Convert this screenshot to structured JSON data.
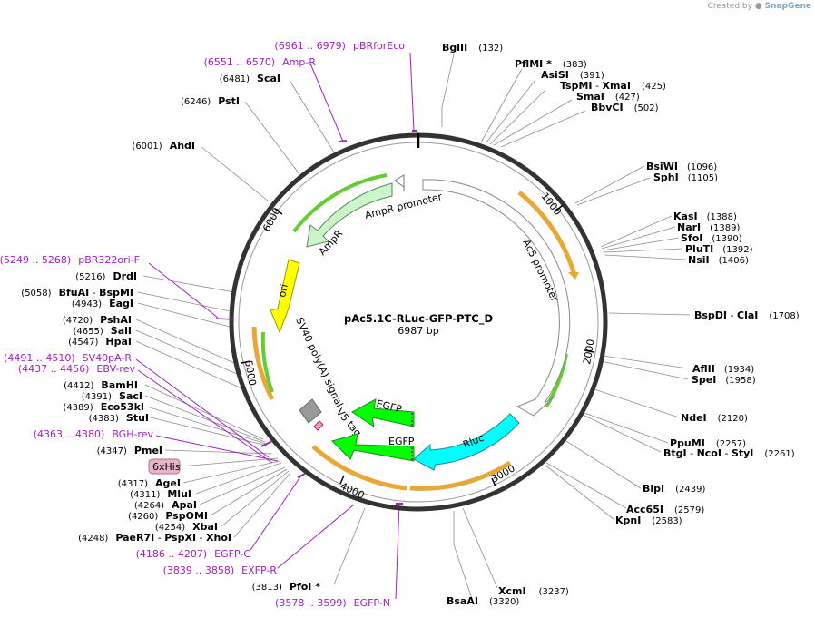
{
  "credit": {
    "prefix": "Created by",
    "brand": "SnapGene"
  },
  "plasmid": {
    "name": "pAc5.1C-RLuc-GFP-PTC_D",
    "size": "6987 bp",
    "length": 6987
  },
  "ticks": [
    "1000",
    "2000",
    "3000",
    "4000",
    "5000",
    "6000"
  ],
  "features": [
    {
      "name": "AmpR promoter",
      "color": "#ffffff"
    },
    {
      "name": "AmpR",
      "color": "#ccf5cc"
    },
    {
      "name": "Ac5 promoter",
      "color": "#ffffff"
    },
    {
      "name": "ori",
      "color": "#ffff00"
    },
    {
      "name": "SV40 poly(A) signal",
      "color": "#999999"
    },
    {
      "name": "V5 tag",
      "color": "#ff99cc"
    },
    {
      "name": "EGFP",
      "color": "#00ff00"
    },
    {
      "name": "EGFP",
      "color": "#00ff00"
    },
    {
      "name": "Rluc",
      "color": "#00ffff"
    },
    {
      "name": "6xHis",
      "color": "#e8b4c8"
    }
  ],
  "right_sites": [
    {
      "enzymes": [
        "BglII"
      ],
      "pos": "(132)"
    },
    {
      "enzymes": [
        "PflMI *"
      ],
      "pos": "(383)"
    },
    {
      "enzymes": [
        "AsiSI"
      ],
      "pos": "(391)"
    },
    {
      "enzymes": [
        "TspMI",
        "XmaI"
      ],
      "pos": "(425)"
    },
    {
      "enzymes": [
        "SmaI"
      ],
      "pos": "(427)"
    },
    {
      "enzymes": [
        "BbvCI"
      ],
      "pos": "(502)"
    },
    {
      "enzymes": [
        "BsiWI"
      ],
      "pos": "(1096)"
    },
    {
      "enzymes": [
        "SphI"
      ],
      "pos": "(1105)"
    },
    {
      "enzymes": [
        "KasI"
      ],
      "pos": "(1388)"
    },
    {
      "enzymes": [
        "NarI"
      ],
      "pos": "(1389)"
    },
    {
      "enzymes": [
        "SfoI"
      ],
      "pos": "(1390)"
    },
    {
      "enzymes": [
        "PluTI"
      ],
      "pos": "(1392)"
    },
    {
      "enzymes": [
        "NsiI"
      ],
      "pos": "(1406)"
    },
    {
      "enzymes": [
        "BspDI",
        "ClaI"
      ],
      "pos": "(1708)"
    },
    {
      "enzymes": [
        "AflII"
      ],
      "pos": "(1934)"
    },
    {
      "enzymes": [
        "SpeI"
      ],
      "pos": "(1958)"
    },
    {
      "enzymes": [
        "NdeI"
      ],
      "pos": "(2120)"
    },
    {
      "enzymes": [
        "PpuMI"
      ],
      "pos": "(2257)"
    },
    {
      "enzymes": [
        "BtgI",
        "NcoI",
        "StyI"
      ],
      "pos": "(2261)"
    },
    {
      "enzymes": [
        "BlpI"
      ],
      "pos": "(2439)"
    },
    {
      "enzymes": [
        "Acc65I"
      ],
      "pos": "(2579)"
    },
    {
      "enzymes": [
        "KpnI"
      ],
      "pos": "(2583)"
    },
    {
      "enzymes": [
        "XcmI"
      ],
      "pos": "(3237)"
    },
    {
      "enzymes": [
        "BsaAI"
      ],
      "pos": "(3320)"
    }
  ],
  "left_sites": [
    {
      "enzymes": [
        "ScaI"
      ],
      "pos": "(6481)"
    },
    {
      "enzymes": [
        "PstI"
      ],
      "pos": "(6246)"
    },
    {
      "enzymes": [
        "AhdI"
      ],
      "pos": "(6001)"
    },
    {
      "enzymes": [
        "DrdI"
      ],
      "pos": "(5216)"
    },
    {
      "enzymes": [
        "BfuAI",
        "BspMI"
      ],
      "pos": "(5058)"
    },
    {
      "enzymes": [
        "EagI"
      ],
      "pos": "(4943)"
    },
    {
      "enzymes": [
        "PshAI"
      ],
      "pos": "(4720)"
    },
    {
      "enzymes": [
        "SalI"
      ],
      "pos": "(4655)"
    },
    {
      "enzymes": [
        "HpaI"
      ],
      "pos": "(4547)"
    },
    {
      "enzymes": [
        "BamHI"
      ],
      "pos": "(4412)"
    },
    {
      "enzymes": [
        "SacI"
      ],
      "pos": "(4391)"
    },
    {
      "enzymes": [
        "Eco53kI"
      ],
      "pos": "(4389)"
    },
    {
      "enzymes": [
        "StuI"
      ],
      "pos": "(4383)"
    },
    {
      "enzymes": [
        "PmeI"
      ],
      "pos": "(4347)"
    },
    {
      "enzymes": [
        "AgeI"
      ],
      "pos": "(4317)"
    },
    {
      "enzymes": [
        "MluI"
      ],
      "pos": "(4311)"
    },
    {
      "enzymes": [
        "ApaI"
      ],
      "pos": "(4264)"
    },
    {
      "enzymes": [
        "PspOMI"
      ],
      "pos": "(4260)"
    },
    {
      "enzymes": [
        "XbaI"
      ],
      "pos": "(4254)"
    },
    {
      "enzymes": [
        "PaeR7I",
        "PspXI",
        "XhoI"
      ],
      "pos": "(4248)"
    },
    {
      "enzymes": [
        "PfoI *"
      ],
      "pos": "(3813)"
    }
  ],
  "primers": [
    {
      "name": "pBRforEco",
      "range": "(6961 .. 6979)"
    },
    {
      "name": "Amp-R",
      "range": "(6551 .. 6570)"
    },
    {
      "name": "pBR322ori-F",
      "range": "(5249 .. 5268)"
    },
    {
      "name": "SV40pA-R",
      "range": "(4491 .. 4510)"
    },
    {
      "name": "EBV-rev",
      "range": "(4437 .. 4456)"
    },
    {
      "name": "BGH-rev",
      "range": "(4363 .. 4380)"
    },
    {
      "name": "EGFP-C",
      "range": "(4186 .. 4207)"
    },
    {
      "name": "EXFP-R",
      "range": "(3839 .. 3858)"
    },
    {
      "name": "EGFP-N",
      "range": "(3578 .. 3599)"
    }
  ],
  "colors": {
    "backbone": "#333333",
    "orf_outline": "#e8a838",
    "primer": "#a020c0",
    "leader": "#8c8c8c"
  }
}
